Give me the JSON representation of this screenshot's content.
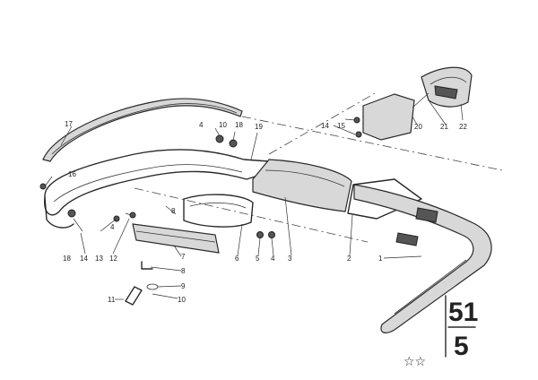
{
  "diagram": {
    "callouts": [
      "1",
      "2",
      "3",
      "4",
      "5",
      "6",
      "7",
      "8",
      "9",
      "10",
      "11",
      "12",
      "13",
      "14",
      "15",
      "16",
      "17",
      "18",
      "19",
      "20",
      "21",
      "22"
    ],
    "group_number": "51",
    "sub_number": "5",
    "stars": "☆☆"
  }
}
